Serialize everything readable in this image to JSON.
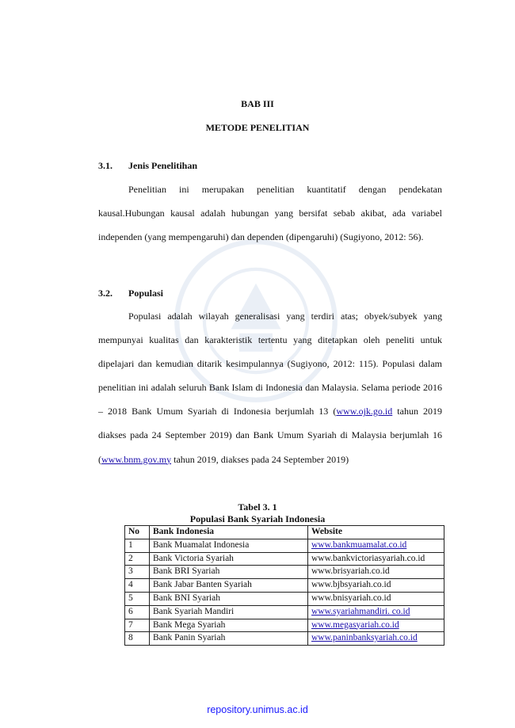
{
  "chapter": "BAB III",
  "title": "METODE PENELITIAN",
  "sections": [
    {
      "number": "3.1.",
      "heading": "Jenis Penelitihan",
      "paragraph": "Penelitian ini merupakan penelitian kuantitatif dengan pendekatan kausal.Hubungan kausal adalah hubungan yang bersifat sebab akibat, ada variabel independen (yang mempengaruhi) dan dependen (dipengaruhi) (Sugiyono, 2012: 56)."
    },
    {
      "number": "3.2.",
      "heading": "Populasi",
      "paragraph_part1": "Populasi adalah wilayah generalisasi yang terdiri atas; obyek/subyek yang mempunyai kualitas dan karakteristik tertentu yang ditetapkan oleh peneliti untuk dipelajari dan kemudian ditarik kesimpulannya (Sugiyono, 2012: 115). Populasi dalam penelitian ini adalah seluruh Bank Islam di Indonesia dan Malaysia. Selama periode 2016 – 2018 Bank Umum Syariah di Indonesia berjumlah 13 (",
      "link1": "www.ojk.go.id",
      "paragraph_part2": " tahun 2019 diakses pada 24 September 2019) dan Bank Umum Syariah di Malaysia berjumlah 16 (",
      "link2": "www.bnm.gov.my",
      "paragraph_part3": " tahun 2019, diakses pada 24 September 2019)"
    }
  ],
  "table": {
    "caption_number": "Tabel 3. 1",
    "caption_title": "Populasi Bank Syariah Indonesia",
    "headers": [
      "No",
      "Bank Indonesia",
      "Website"
    ],
    "rows": [
      {
        "no": "1",
        "bank": "Bank Muamalat Indonesia",
        "website": "www.bankmuamalat.co.id",
        "linked": true
      },
      {
        "no": "2",
        "bank": "Bank Victoria Syariah",
        "website": "www.bankvictoriasyariah.co.id",
        "linked": false
      },
      {
        "no": "3",
        "bank": "Bank BRI Syariah",
        "website": "www.brisyariah.co.id",
        "linked": false
      },
      {
        "no": "4",
        "bank": "Bank Jabar Banten Syariah",
        "website": "www.bjbsyariah.co.id",
        "linked": false
      },
      {
        "no": "5",
        "bank": "Bank BNI Syariah",
        "website": "www.bnisyariah.co.id",
        "linked": false
      },
      {
        "no": "6",
        "bank": "Bank Syariah Mandiri",
        "website": "www.syariahmandiri. co.id",
        "linked": true
      },
      {
        "no": "7",
        "bank": "Bank Mega Syariah",
        "website": "www.megasyariah.co.id",
        "linked": true
      },
      {
        "no": "8",
        "bank": "Bank Panin Syariah",
        "website": "www.paninbanksyariah.co.id",
        "linked": true
      }
    ]
  },
  "footer": "repository.unimus.ac.id",
  "colors": {
    "link": "#1a0dab",
    "footer": "#1a1aff"
  },
  "icons": {
    "watermark": "university-seal-icon"
  }
}
